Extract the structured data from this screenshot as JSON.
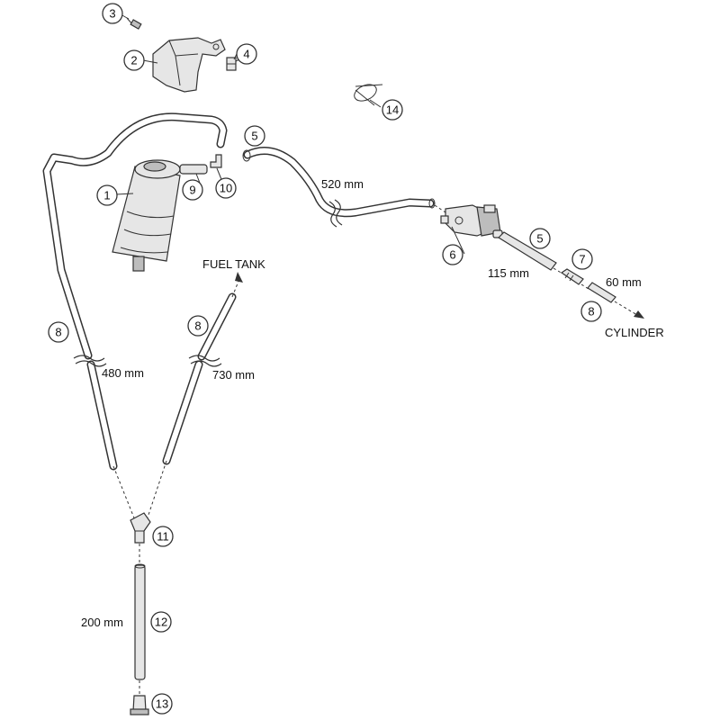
{
  "destinations": {
    "fuel_tank": "FUEL TANK",
    "cylinder": "CYLINDER"
  },
  "dimensions": {
    "hose_520": "520 mm",
    "hose_115": "115 mm",
    "hose_60": "60 mm",
    "hose_480": "480 mm",
    "hose_730": "730 mm",
    "hose_200": "200 mm"
  },
  "callouts": {
    "c1": "1",
    "c2": "2",
    "c3": "3",
    "c4": "4",
    "c5a": "5",
    "c5b": "5",
    "c6": "6",
    "c7": "7",
    "c8a": "8",
    "c8b": "8",
    "c8c": "8",
    "c9": "9",
    "c10": "10",
    "c11": "11",
    "c12": "12",
    "c13": "13",
    "c14": "14"
  }
}
